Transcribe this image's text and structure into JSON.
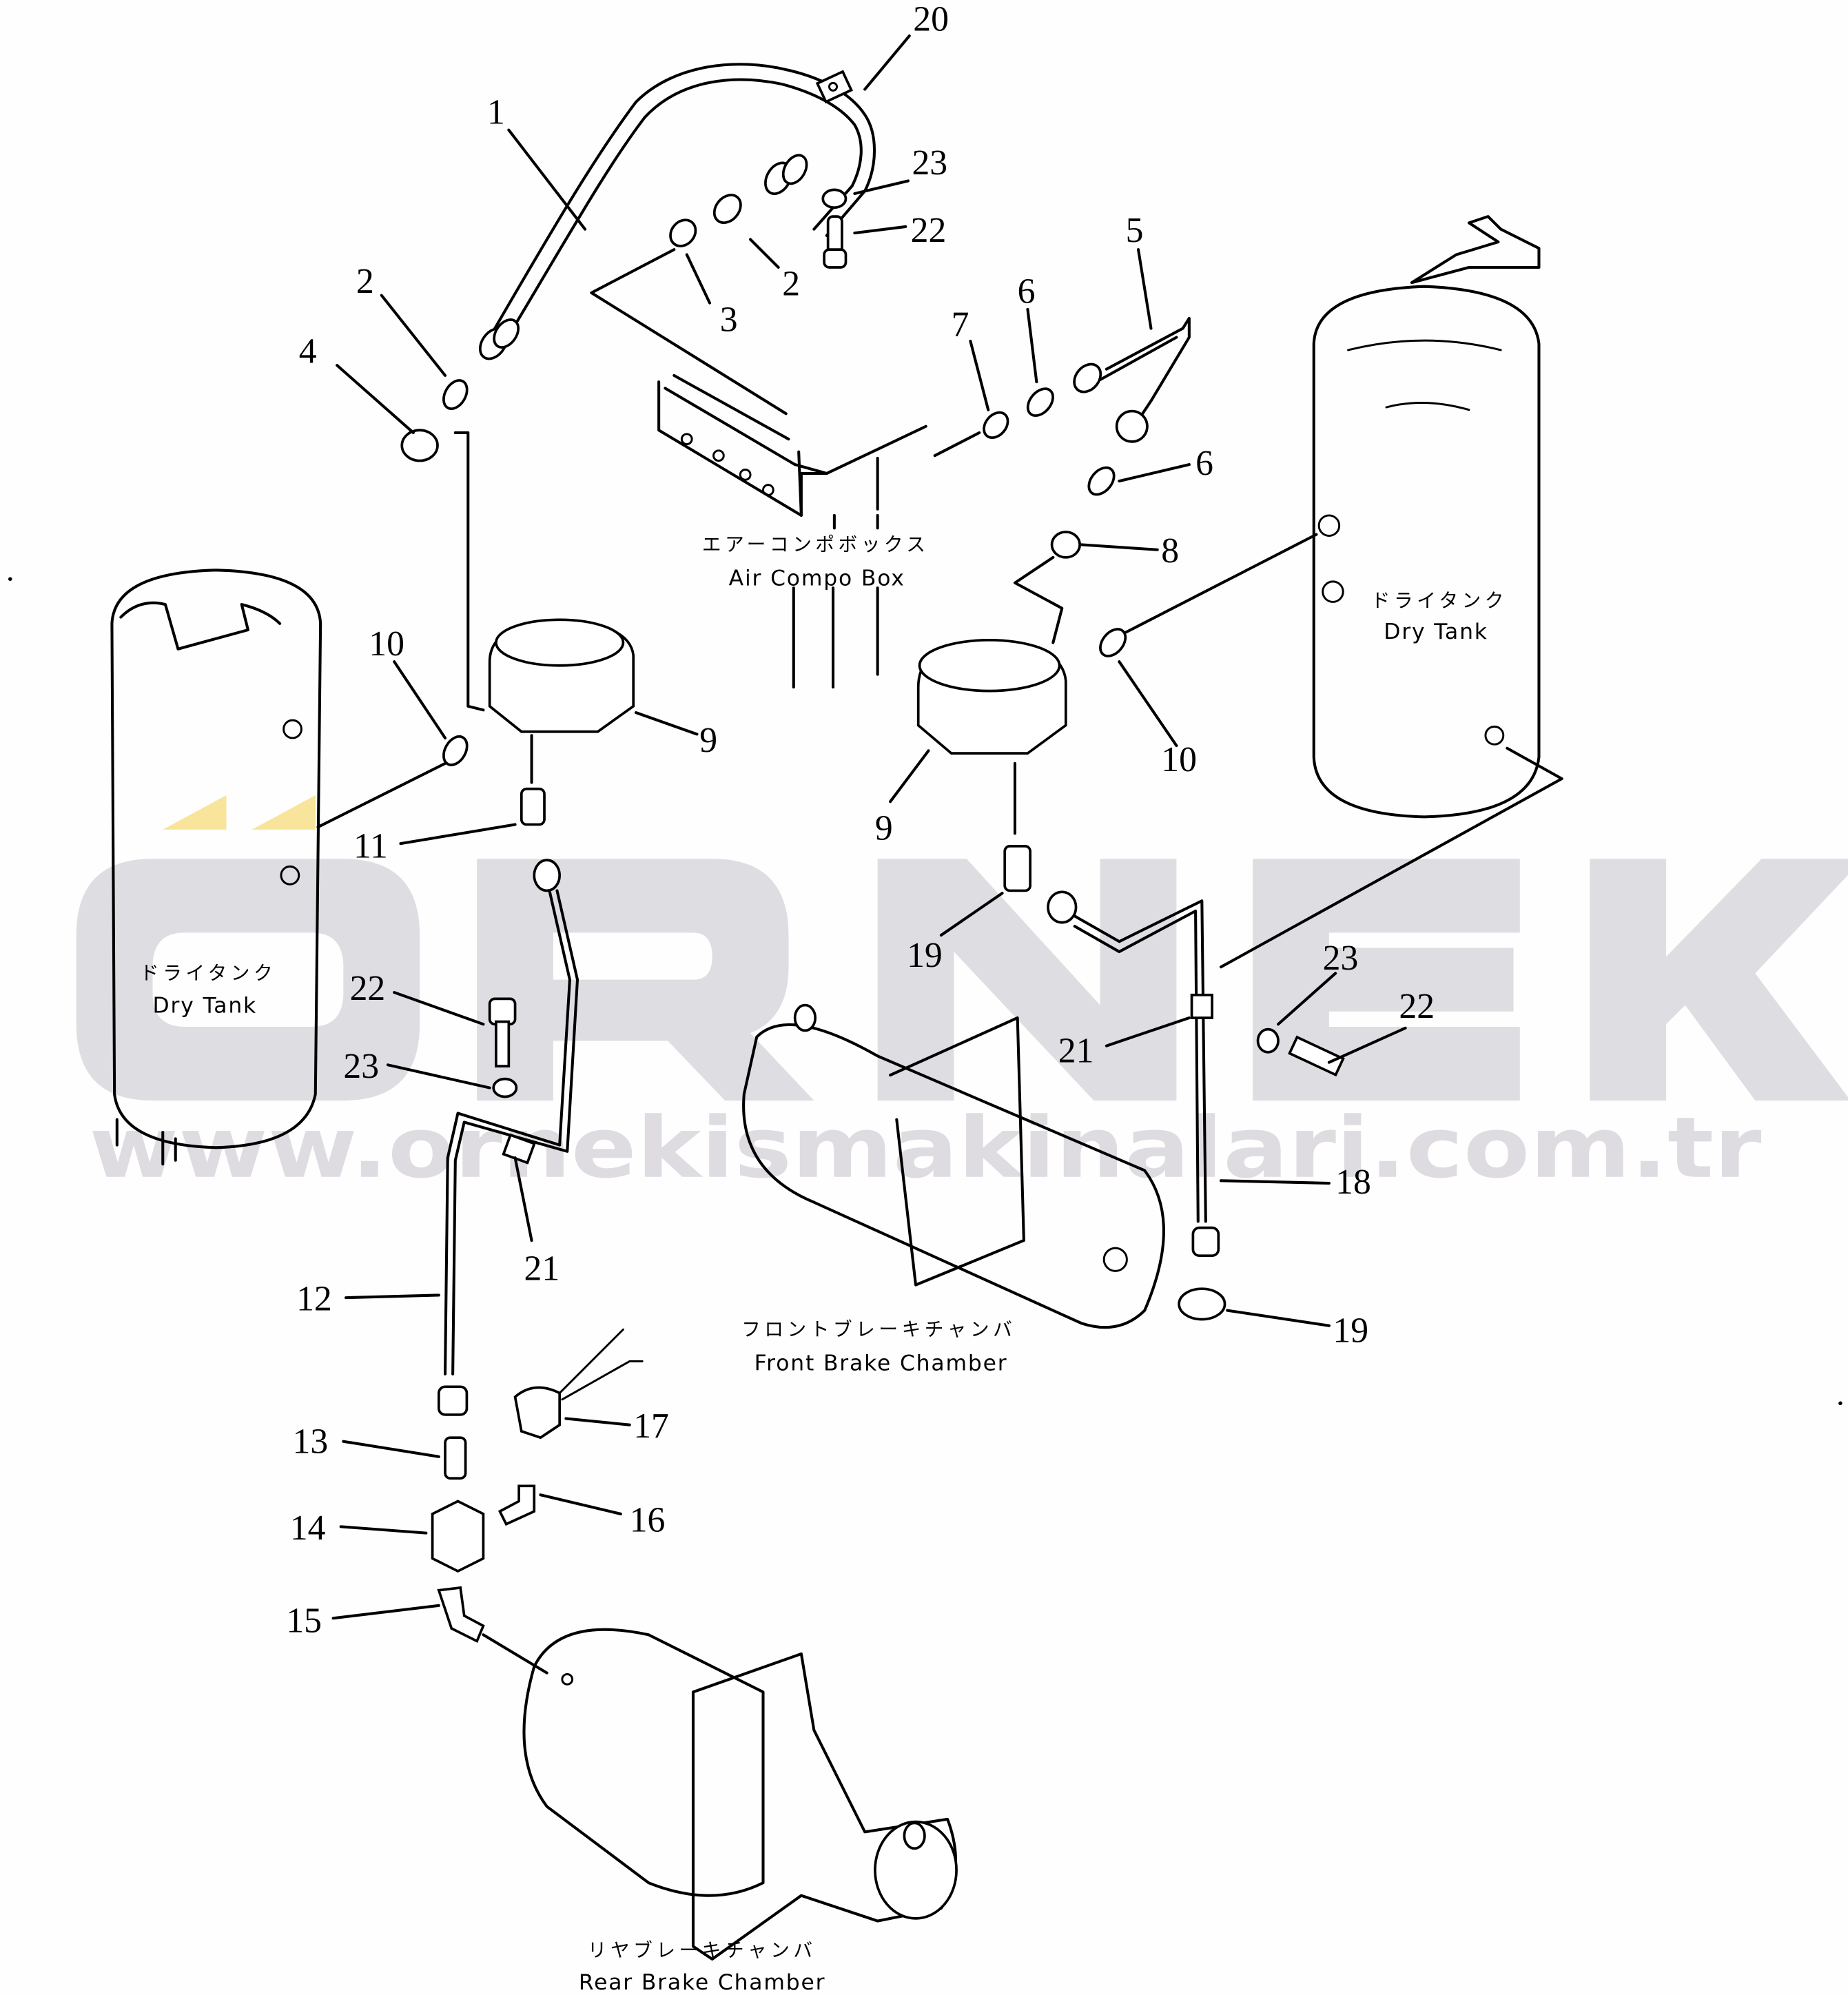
{
  "diagram": {
    "type": "exploded parts diagram",
    "subject": "Air brake piping"
  },
  "captions": {
    "air_compo_box": {
      "jp": "エアーコンポボックス",
      "en": "Air Compo Box"
    },
    "dry_tank_left": {
      "jp": "ドライタンク",
      "en": "Dry Tank"
    },
    "dry_tank_right": {
      "jp": "ドライタンク",
      "en": "Dry Tank"
    },
    "front_brake_chamber": {
      "jp": "フロントブレーキチャンバ",
      "en": "Front Brake Chamber"
    },
    "rear_brake_chamber": {
      "jp": "リヤブレーキチャンバ",
      "en": "Rear Brake Chamber"
    }
  },
  "watermark": {
    "logo": "ÖRNEK",
    "url": "www.ornekismakinalari.com.tr",
    "color": "#dcdadf",
    "accent_color": "#f8e49a"
  },
  "callouts": [
    {
      "id": "c20",
      "num": "20"
    },
    {
      "id": "c1",
      "num": "1"
    },
    {
      "id": "c23a",
      "num": "23"
    },
    {
      "id": "c22a",
      "num": "22"
    },
    {
      "id": "c2a",
      "num": "2"
    },
    {
      "id": "c3",
      "num": "3"
    },
    {
      "id": "c2b",
      "num": "2"
    },
    {
      "id": "c4",
      "num": "4"
    },
    {
      "id": "c5",
      "num": "5"
    },
    {
      "id": "c6a",
      "num": "6"
    },
    {
      "id": "c7",
      "num": "7"
    },
    {
      "id": "c6b",
      "num": "6"
    },
    {
      "id": "c8",
      "num": "8"
    },
    {
      "id": "c10a",
      "num": "10"
    },
    {
      "id": "c9a",
      "num": "9"
    },
    {
      "id": "c9b",
      "num": "9"
    },
    {
      "id": "c10b",
      "num": "10"
    },
    {
      "id": "c11",
      "num": "11"
    },
    {
      "id": "c19a",
      "num": "19"
    },
    {
      "id": "c22b",
      "num": "22"
    },
    {
      "id": "c23b",
      "num": "23"
    },
    {
      "id": "c23c",
      "num": "23"
    },
    {
      "id": "c22c",
      "num": "22"
    },
    {
      "id": "c21a",
      "num": "21"
    },
    {
      "id": "c21b",
      "num": "21"
    },
    {
      "id": "c18",
      "num": "18"
    },
    {
      "id": "c12",
      "num": "12"
    },
    {
      "id": "c19b",
      "num": "19"
    },
    {
      "id": "c17",
      "num": "17"
    },
    {
      "id": "c13",
      "num": "13"
    },
    {
      "id": "c16",
      "num": "16"
    },
    {
      "id": "c14",
      "num": "14"
    },
    {
      "id": "c15",
      "num": "15"
    }
  ]
}
